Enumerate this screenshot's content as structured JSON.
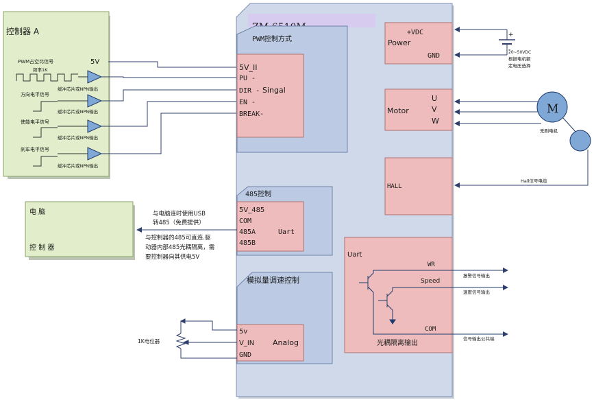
{
  "driver": {
    "model": "ZM-6510M",
    "pwm_section": {
      "title": "PWM控制方式",
      "pins": [
        "5V_II",
        "PU -",
        "DIR -",
        "EN -",
        "BREAK-"
      ],
      "type_label": "Singal"
    },
    "rs485_section": {
      "title": "485控制",
      "pins": [
        "5V_485",
        "COM",
        "485A",
        "485B"
      ],
      "type_label": "Uart"
    },
    "analog_section": {
      "title": "模拟量调速控制",
      "pins": [
        "5v",
        "V_IN",
        "GND"
      ],
      "type_label": "Analog"
    },
    "power_box": {
      "pin_top": "+VDC",
      "label": "Power",
      "pin_bottom": "GND"
    },
    "motor_box": {
      "label": "Motor",
      "pins": [
        "U",
        "V",
        "W"
      ]
    },
    "hall_box": {
      "label": "HALL"
    },
    "uart_box": {
      "label": "Uart",
      "outputs": [
        "WR",
        "Speed",
        "COM"
      ],
      "footer": "光耦隔离输出"
    }
  },
  "controller_a": {
    "title": "控制器 A",
    "supply_label": "5V",
    "signals": [
      "PWM占空比信号",
      "方向电平信号",
      "使能电平信号",
      "刹车电平信号"
    ],
    "freq_label": "频率1K",
    "buffer_label": "缓冲芯片或NPN输出"
  },
  "computer_box": {
    "line1": "电 脑",
    "line2": "控 制 器"
  },
  "notes": {
    "usb_line1": "与电脑连时使用USB",
    "usb_line2": "转485（免费提供）",
    "ctrl_line1": "与控制器的485可直连.驱",
    "ctrl_line2": "动器内部485光耦隔离，需",
    "ctrl_line3": "要控制器向其供电5V"
  },
  "power_supply": {
    "plus": "+",
    "minus": "-",
    "note_line1": "20~50VDC",
    "note_line2": "根据电机额",
    "note_line3": "定电压选择"
  },
  "motor": {
    "symbol": "M",
    "label": "无刷电机",
    "hall_cable": "Hall信号电缆"
  },
  "outputs": {
    "alarm": "报警信号输出",
    "speed": "速度信号输出",
    "common": "信号输出公共端"
  },
  "potentiometer": {
    "label": "1K电位器"
  }
}
